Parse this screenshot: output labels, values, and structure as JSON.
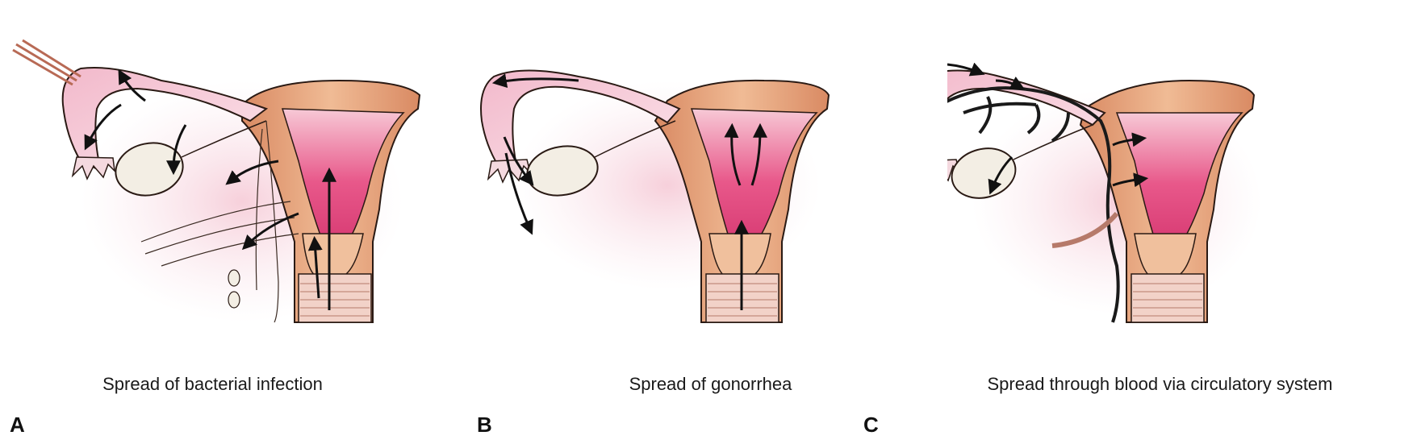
{
  "panels": [
    {
      "letter": "A",
      "caption": "Spread of bacterial infection"
    },
    {
      "letter": "B",
      "caption": "Spread of gonorrhea"
    },
    {
      "letter": "C",
      "caption": "Spread through blood via circulatory system"
    }
  ],
  "colors": {
    "muscle": "#e0a07a",
    "muscle_dark": "#c47a55",
    "lining": "#e85a8a",
    "tube_pink": "#f3c3d2",
    "ovary": "#f3eee4",
    "outline": "#2a1a14",
    "arrow": "#111111"
  },
  "icons": [
    "arrow-icon"
  ]
}
